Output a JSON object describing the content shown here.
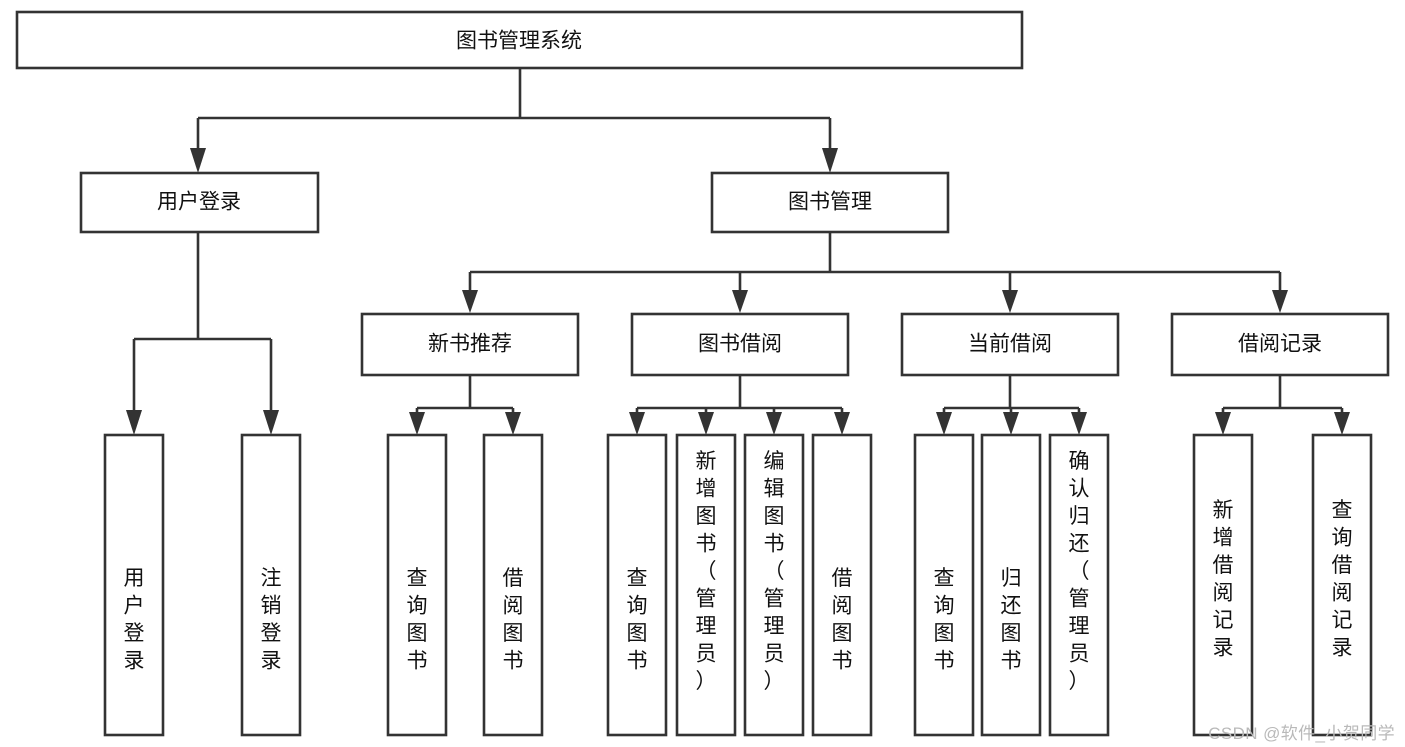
{
  "diagram": {
    "type": "hierarchy-tree",
    "title": "图书管理系统",
    "watermark": "CSDN @软件_小贺同学",
    "colors": {
      "stroke": "#333333",
      "box_fill": "#ffffff",
      "text": "#111111",
      "background": "#ffffff",
      "watermark": "#b9b9b9"
    },
    "levels": [
      {
        "level": 1,
        "nodes": [
          {
            "id": "root",
            "label": "图书管理系统",
            "orientation": "horizontal"
          }
        ]
      },
      {
        "level": 2,
        "nodes": [
          {
            "id": "user-login",
            "label": "用户登录",
            "orientation": "horizontal",
            "parent": "root"
          },
          {
            "id": "book-manage",
            "label": "图书管理",
            "orientation": "horizontal",
            "parent": "root"
          }
        ]
      },
      {
        "level": 3,
        "nodes": [
          {
            "id": "new-book-rec",
            "label": "新书推荐",
            "orientation": "horizontal",
            "parent": "book-manage"
          },
          {
            "id": "book-borrow",
            "label": "图书借阅",
            "orientation": "horizontal",
            "parent": "book-manage"
          },
          {
            "id": "current-borrow",
            "label": "当前借阅",
            "orientation": "horizontal",
            "parent": "book-manage"
          },
          {
            "id": "borrow-record",
            "label": "借阅记录",
            "orientation": "horizontal",
            "parent": "book-manage"
          }
        ]
      },
      {
        "level": 4,
        "nodes": [
          {
            "id": "leaf-user-login",
            "label": "用户登录",
            "orientation": "vertical",
            "parent": "user-login"
          },
          {
            "id": "leaf-logout-login",
            "label": "注销登录",
            "orientation": "vertical",
            "parent": "user-login"
          },
          {
            "id": "leaf-query-book-1",
            "label": "查询图书",
            "orientation": "vertical",
            "parent": "new-book-rec"
          },
          {
            "id": "leaf-borrow-book-1",
            "label": "借阅图书",
            "orientation": "vertical",
            "parent": "new-book-rec"
          },
          {
            "id": "leaf-query-book-2",
            "label": "查询图书",
            "orientation": "vertical",
            "parent": "book-borrow"
          },
          {
            "id": "leaf-add-book",
            "label": "新增图书（管理员）",
            "orientation": "vertical",
            "parent": "book-borrow"
          },
          {
            "id": "leaf-edit-book",
            "label": "编辑图书（管理员）",
            "orientation": "vertical",
            "parent": "book-borrow"
          },
          {
            "id": "leaf-borrow-book-2",
            "label": "借阅图书",
            "orientation": "vertical",
            "parent": "book-borrow"
          },
          {
            "id": "leaf-query-book-3",
            "label": "查询图书",
            "orientation": "vertical",
            "parent": "current-borrow"
          },
          {
            "id": "leaf-return-book",
            "label": "归还图书",
            "orientation": "vertical",
            "parent": "current-borrow"
          },
          {
            "id": "leaf-confirm-return",
            "label": "确认归还（管理员）",
            "orientation": "vertical",
            "parent": "current-borrow"
          },
          {
            "id": "leaf-add-record",
            "label": "新增借阅记录",
            "orientation": "vertical",
            "parent": "borrow-record"
          },
          {
            "id": "leaf-query-record",
            "label": "查询借阅记录",
            "orientation": "vertical",
            "parent": "borrow-record"
          }
        ]
      }
    ]
  }
}
